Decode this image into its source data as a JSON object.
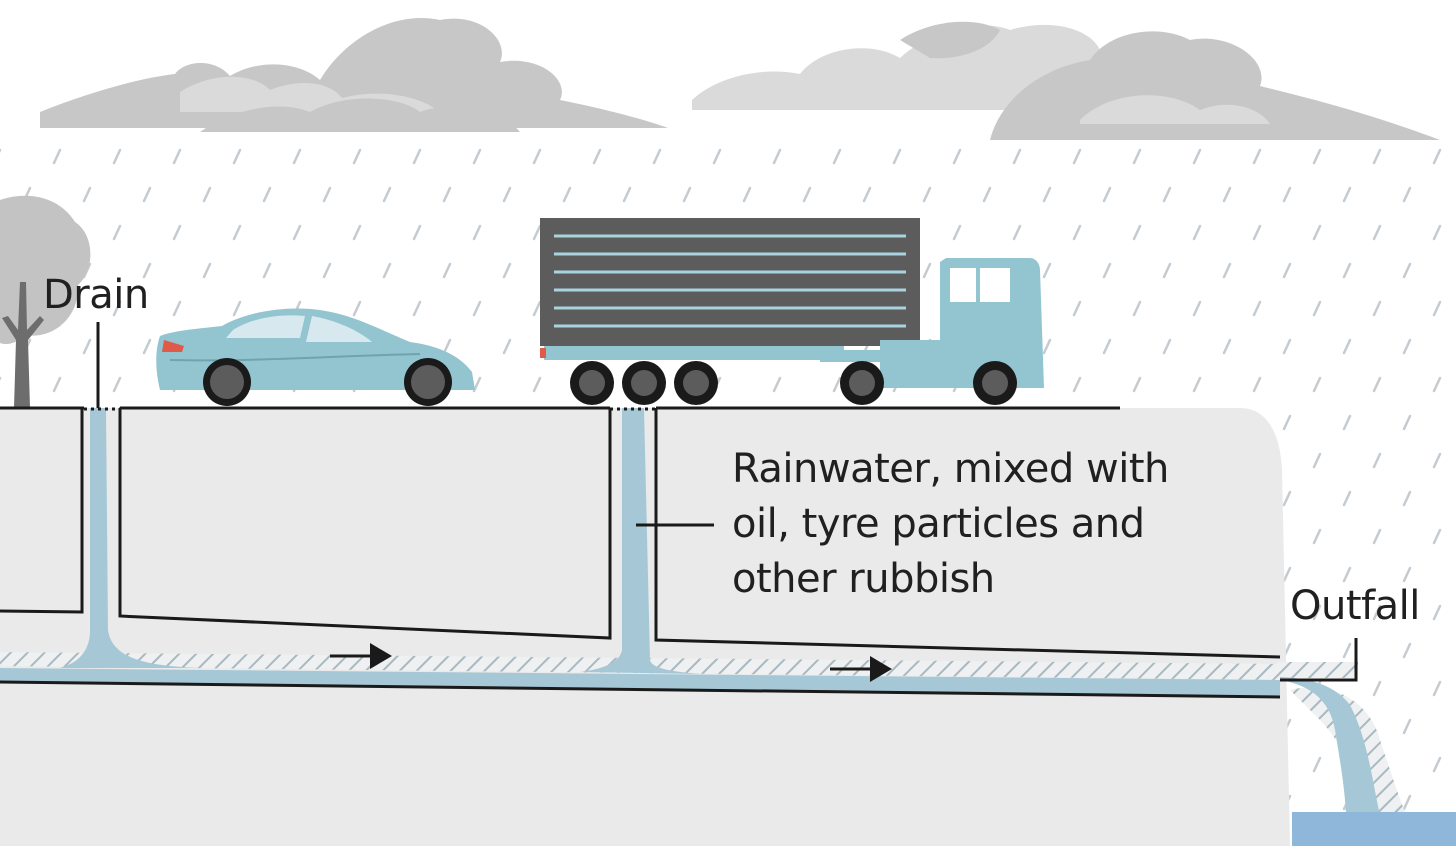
{
  "labels": {
    "drain": "Drain",
    "runoff_line1": "Rainwater, mixed with",
    "runoff_line2": "oil, tyre particles and",
    "runoff_line3": "other rubbish",
    "outfall": "Outfall"
  },
  "colors": {
    "background": "#ffffff",
    "rain": "#c4ccd2",
    "cloud_dark": "#c7c7c7",
    "cloud_light": "#dadada",
    "ground": "#eaeaea",
    "water": "#a6c8d6",
    "vehicle": "#93c5d1",
    "truck_container": "#5c5c5c",
    "stripes": "#a9b9c1",
    "tail_light": "#e05a4a",
    "line": "#1a1a1a"
  },
  "icons": {
    "tree": "tree-icon",
    "car": "car-icon",
    "truck": "truck-icon",
    "flow_arrow": "arrow-right-icon"
  }
}
